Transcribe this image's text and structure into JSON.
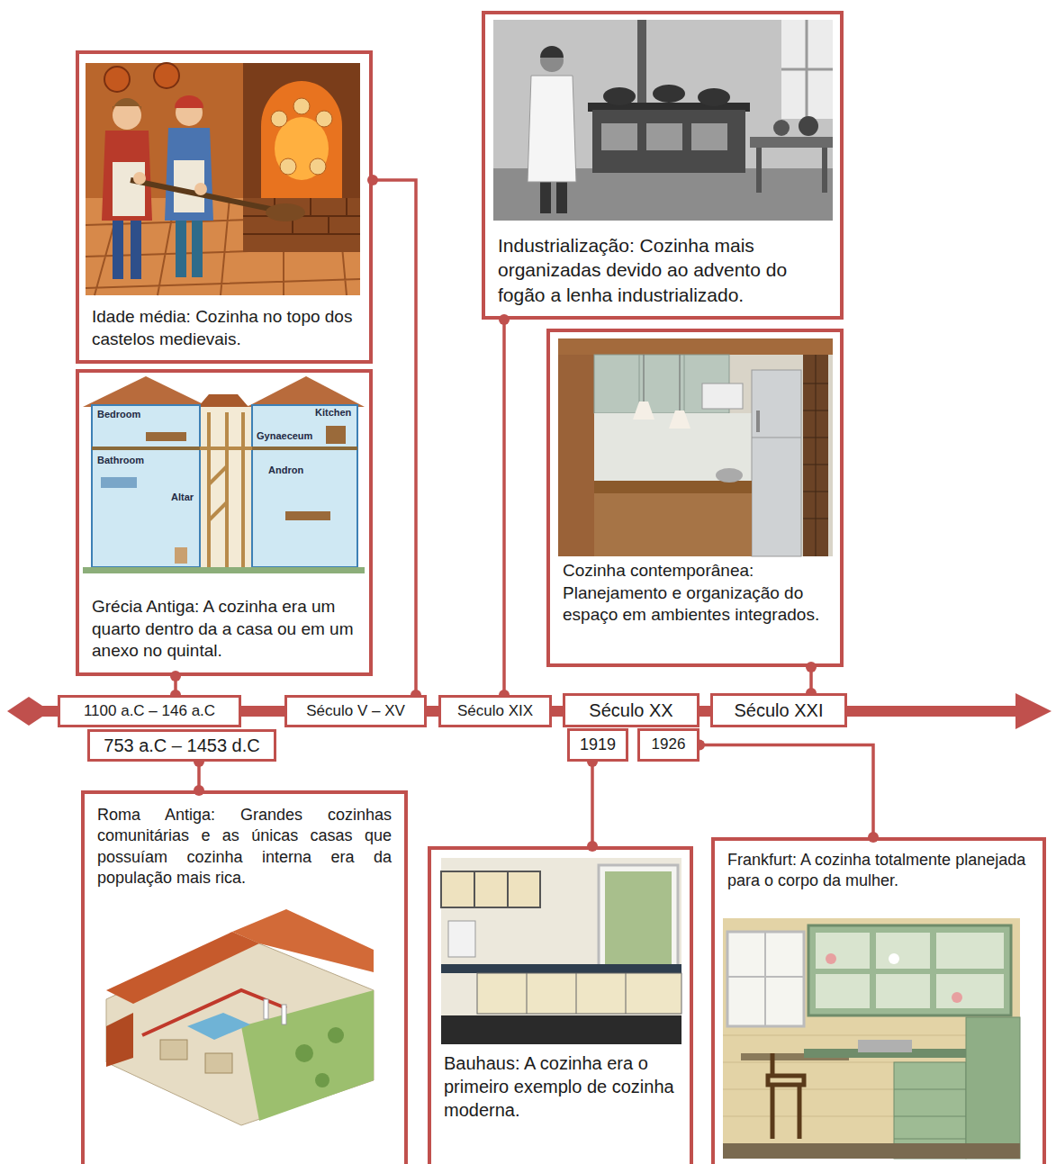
{
  "diagram": {
    "nodes": [
      {
        "text": [
          "Idade média: Cozinha no topo dos castelos medievais."
        ]
      },
      {
        "text": [
          "Industrialização: Cozinha mais organizadas devido ao advento do fogão a lenha industrializado."
        ]
      },
      {
        "text": [
          "Grécia Antiga: A cozinha era um quarto dentro da a casa ou em um anexo no quintal."
        ]
      },
      {
        "text": [
          "Cozinha contemporânea: Planejamento e organização do espaço em ambientes integrados."
        ]
      },
      {
        "text": [
          "1100 a.C – 146 a.C"
        ]
      },
      {
        "text": [
          "Século V – XV"
        ]
      },
      {
        "text": [
          "Século XIX"
        ]
      },
      {
        "text": [
          "Século XX"
        ]
      },
      {
        "text": [
          "Século XXI"
        ]
      },
      {
        "text": [
          "753 a.C – 1453 d.C"
        ]
      },
      {
        "text": [
          "1919"
        ]
      },
      {
        "text": [
          "1926"
        ]
      },
      {
        "text": [
          "Roma Antiga: Grandes cozinhas comunitárias e as únicas casas que possuíam cozinha interna era da população mais rica."
        ]
      },
      {
        "text": [
          "Bauhaus: A cozinha era o primeiro exemplo de cozinha moderna."
        ]
      },
      {
        "text": [
          "Frankfurt: A cozinha totalmente planejada para o corpo da mulher."
        ]
      }
    ],
    "edges": [
      {
        "from": 4,
        "to": 2,
        "arrow": "none"
      },
      {
        "from": 5,
        "to": 0,
        "arrow": "none"
      },
      {
        "from": 6,
        "to": 1,
        "arrow": "none"
      },
      {
        "from": 8,
        "to": 3,
        "arrow": "none"
      },
      {
        "from": 9,
        "to": 12,
        "arrow": "none"
      },
      {
        "from": 10,
        "to": 13,
        "arrow": "none"
      },
      {
        "from": 11,
        "to": 14,
        "arrow": "none"
      }
    ],
    "labels": [
      "Bedroom",
      "Kitchen",
      "Gynaeceum",
      "Bathroom",
      "Andron",
      "Altar"
    ]
  }
}
